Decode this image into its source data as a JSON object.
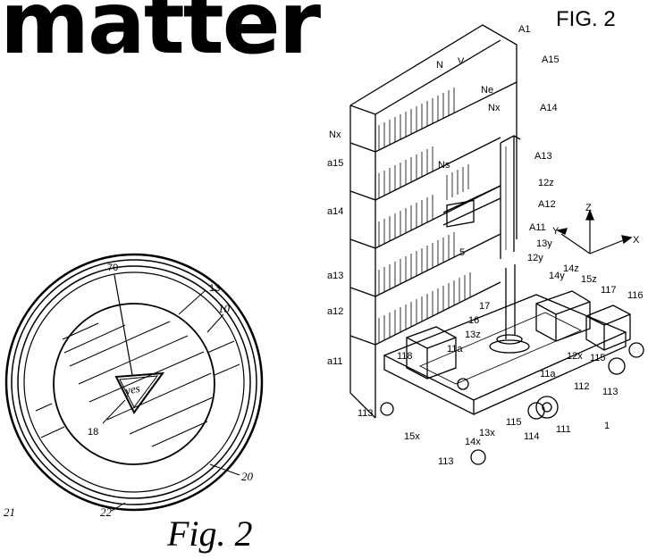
{
  "headline": "matter",
  "right_figure": {
    "label": "FIG. 2",
    "labels": [
      "A1",
      "A15",
      "N",
      "V",
      "Ne",
      "Nx",
      "A14",
      "Nx",
      "a15",
      "A13",
      "Ns",
      "12z",
      "a14",
      "A12",
      "A11",
      "5",
      "13y",
      "12y",
      "a13",
      "14z",
      "15z",
      "117",
      "116",
      "14y",
      "a12",
      "17",
      "16",
      "13z",
      "11a",
      "a11",
      "118",
      "12x",
      "115",
      "11a",
      "113",
      "112",
      "113",
      "15x",
      "13x",
      "14x",
      "115",
      "114",
      "111",
      "1",
      "113",
      "Z",
      "Y",
      "X"
    ]
  },
  "left_figure": {
    "signature": "Fig. 2",
    "labels": [
      "70",
      "13",
      "10",
      "18",
      "20",
      "22",
      "21"
    ],
    "inner_text": "yes"
  }
}
